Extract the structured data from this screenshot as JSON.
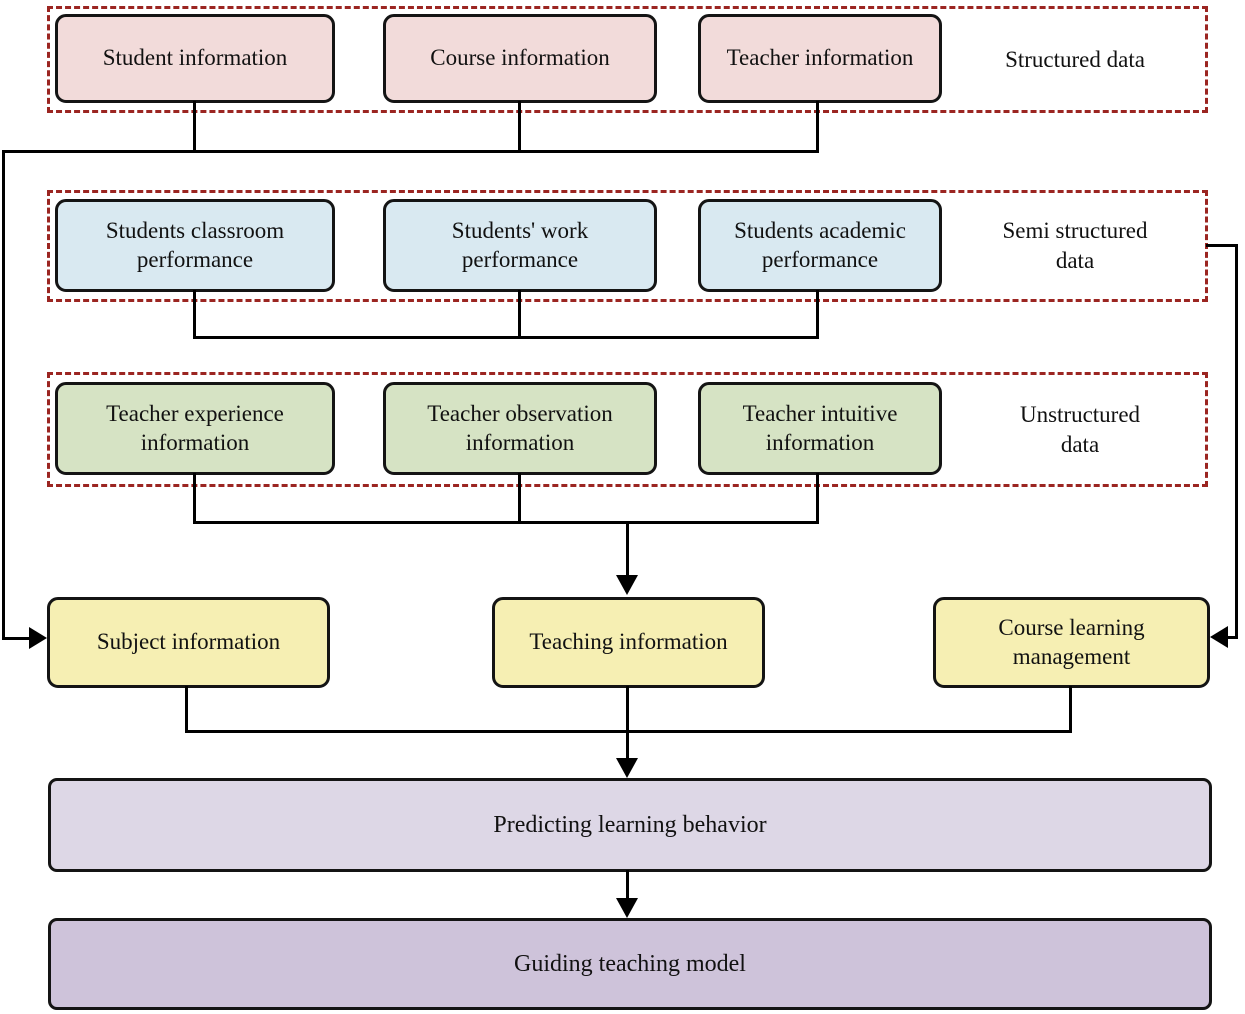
{
  "groups": [
    {
      "label": "Structured data",
      "boxes": [
        "Student information",
        "Course information",
        "Teacher information"
      ]
    },
    {
      "label": "Semi structured data",
      "boxes": [
        "Students classroom performance",
        "Students' work performance",
        "Students academic performance"
      ]
    },
    {
      "label": "Unstructured data",
      "boxes": [
        "Teacher experience information",
        "Teacher observation information",
        "Teacher intuitive information"
      ]
    }
  ],
  "middle": {
    "boxes": [
      "Subject information",
      "Teaching information",
      "Course learning management"
    ]
  },
  "bottom": {
    "boxes": [
      "Predicting learning behavior",
      "Guiding teaching model"
    ]
  },
  "colors": {
    "structured": "#f2dbda",
    "semi": "#d9e9f1",
    "unstructured": "#d6e3c4",
    "middle": "#f6efb3",
    "predict": "#ddd7e6",
    "guide": "#cec3da",
    "dash": "#9b2521",
    "line": "#000000"
  }
}
